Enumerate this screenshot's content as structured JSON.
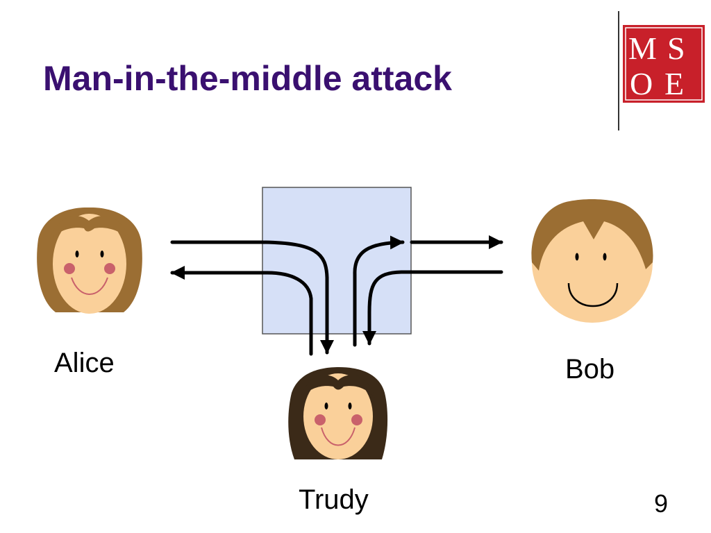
{
  "slide": {
    "title": "Man-in-the-middle attack",
    "number": "9"
  },
  "logo": {
    "text": "MSOE",
    "background": "#c8202a",
    "foreground": "#ffffff"
  },
  "people": {
    "alice": {
      "label": "Alice"
    },
    "bob": {
      "label": "Bob"
    },
    "trudy": {
      "label": "Trudy"
    }
  },
  "colors": {
    "title": "#3a1070",
    "middle_box_fill": "#d6e0f7",
    "middle_box_stroke": "#555555",
    "arrow": "#000000",
    "skin": "#fad09a",
    "light_hair": "#9b6e33",
    "dark_hair": "#3b2a18",
    "cheek": "#c9616b"
  }
}
